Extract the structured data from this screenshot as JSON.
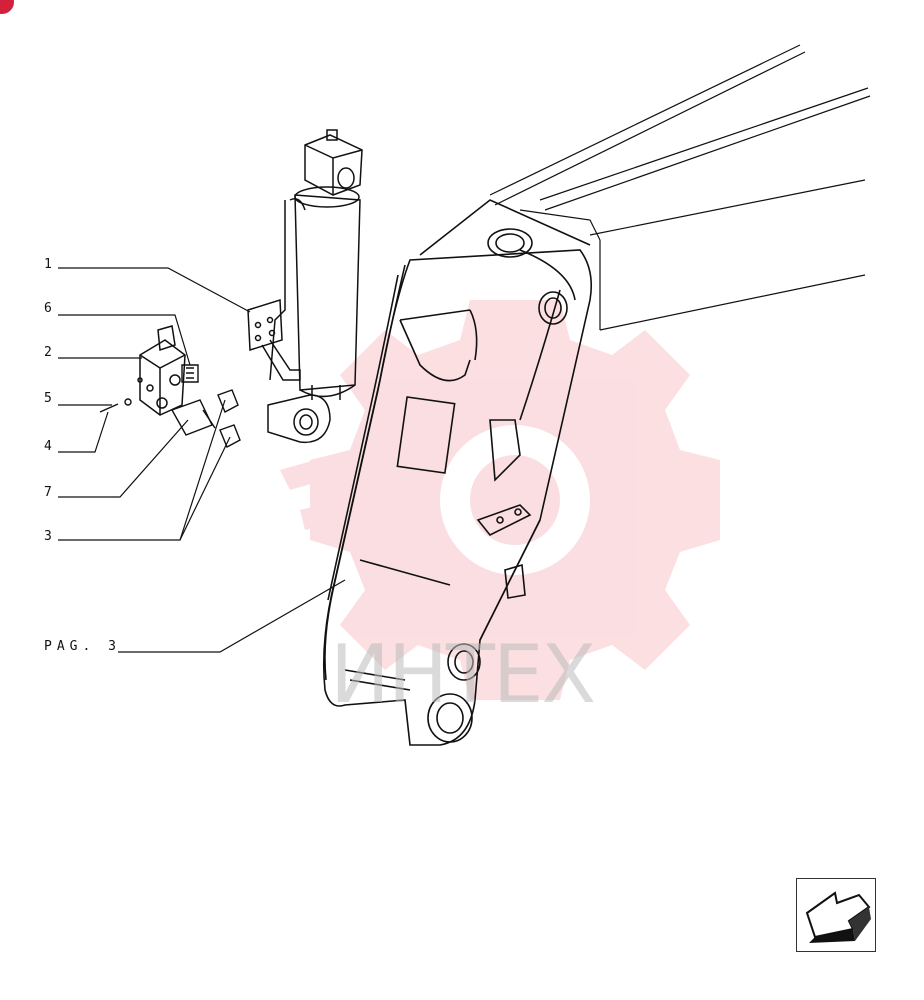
{
  "callouts": [
    {
      "id": "1",
      "text": "1"
    },
    {
      "id": "6",
      "text": "6"
    },
    {
      "id": "2",
      "text": "2"
    },
    {
      "id": "5",
      "text": "5"
    },
    {
      "id": "4",
      "text": "4"
    },
    {
      "id": "7",
      "text": "7"
    },
    {
      "id": "3",
      "text": "3"
    }
  ],
  "page_ref": "PAG. 3",
  "watermark": "ИНТЕХ",
  "icons": {
    "nav": "next-page-arrow-icon",
    "badge": "brand-badge-icon",
    "watermark_logo": "gear-logo-icon"
  },
  "colors": {
    "line": "#111111",
    "watermark_red": "#f08b95",
    "badge_red": "#d4213b"
  }
}
